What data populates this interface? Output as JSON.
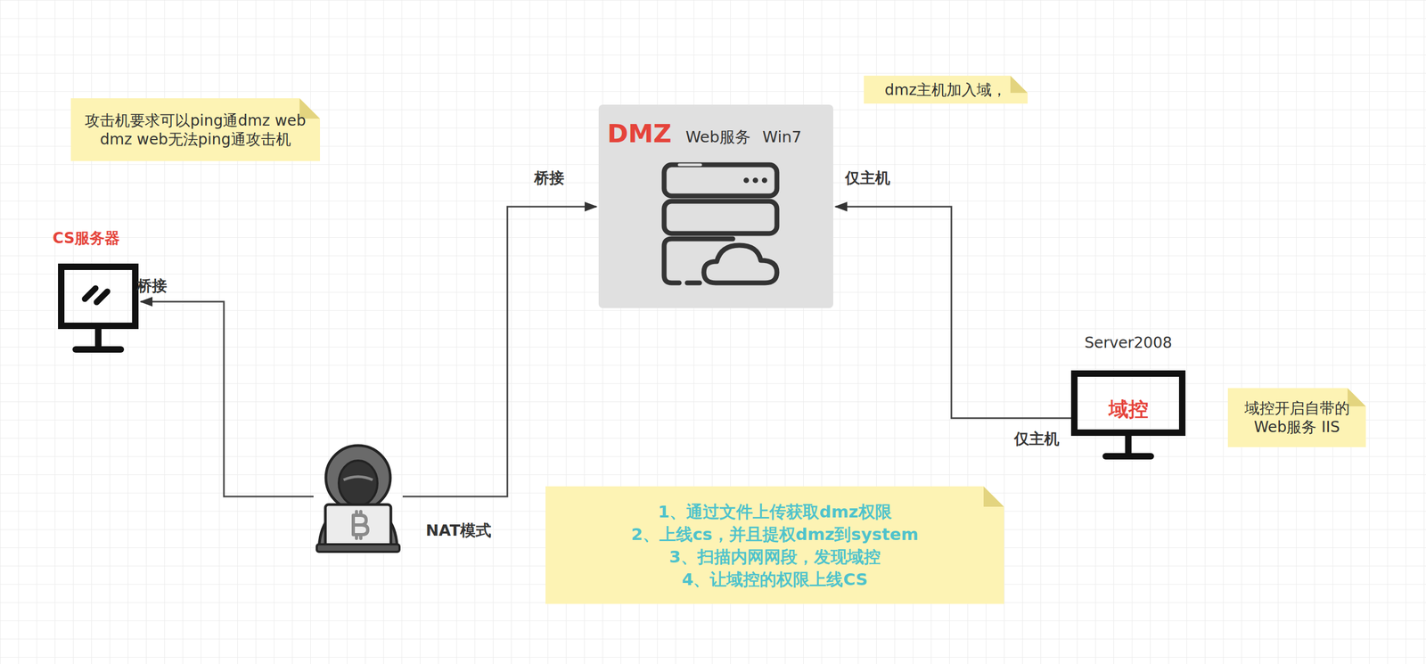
{
  "diagram": {
    "nodes": [
      {
        "text": [
          "攻击机要求可以ping通dmz web dmz web无法ping通攻击机"
        ]
      },
      {
        "text": [
          "dmz主机加入域，"
        ]
      },
      {
        "text": [
          "DMZ",
          "Web服务",
          "Win7"
        ]
      },
      {
        "text": [
          "CS服务器"
        ]
      },
      {
        "text": [
          "Server2008",
          "域控"
        ]
      },
      {
        "text": [
          "域控开启自带的 Web服务 IIS"
        ]
      },
      {
        "text": [
          "NAT模式"
        ]
      },
      {
        "text": [
          "1、通过文件上传获取dmz权限",
          "2、上线cs，并且提权dmz到system",
          "3、扫描内网网段，发现域控",
          "4、让域控的权限上线CS"
        ]
      }
    ],
    "edges": [
      {
        "from": 6,
        "to": 3,
        "arrow": "to",
        "label": "桥接"
      },
      {
        "from": 6,
        "to": 2,
        "arrow": "to",
        "label": "桥接"
      },
      {
        "from": 4,
        "to": 2,
        "arrow": "to",
        "label": "仅主机"
      }
    ],
    "labels": [
      "仅主机"
    ]
  }
}
